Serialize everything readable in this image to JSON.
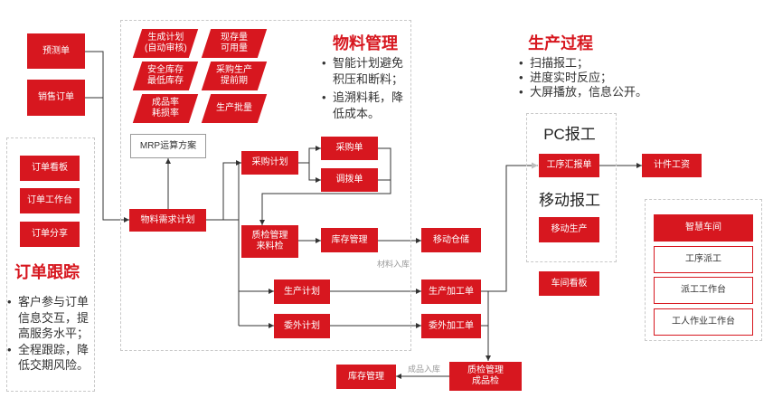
{
  "colors": {
    "accent": "#d7171f",
    "text": "#333333",
    "connector": "#333333",
    "muted": "#999999",
    "dashed_border": "#c8c8c8"
  },
  "order_inputs": {
    "forecast_order": "预测单",
    "sales_order": "销售订单"
  },
  "order_tracking": {
    "title": "订单跟踪",
    "modules": [
      "订单看板",
      "订单工作台",
      "订单分享"
    ],
    "bullets": [
      "客户参与订单信息交互，提高服务水平；",
      "全程跟踪，降低交期风险。"
    ]
  },
  "material_management": {
    "title": "物料管理",
    "bullets": [
      "智能计划避免积压和断料；",
      "追溯料耗，降低成本。"
    ],
    "mrp_factors": [
      [
        "生成计划",
        "(自动审核)"
      ],
      [
        "现存量",
        "可用量"
      ],
      [
        "安全库存",
        "最低库存"
      ],
      [
        "采购生产",
        "提前期"
      ],
      [
        "成品率",
        "耗损率"
      ],
      [
        "生产批量"
      ]
    ],
    "mrp_scheme": "MRP运算方案",
    "mrp": "物料需求计划",
    "purchase_plan": "采购计划",
    "purchase_order": "采购单",
    "transfer_order": "调拨单",
    "incoming_qc": [
      "质检管理",
      "来料检"
    ],
    "inventory": "库存管理",
    "production_plan": "生产计划",
    "outsourcing_plan": "委外计划"
  },
  "execution": {
    "mobile_warehouse": "移动仓储",
    "material_receipt_label": "材料入库",
    "production_work_order": "生产加工单",
    "outsourcing_work_order": "委外加工单",
    "finished_qc": [
      "质检管理",
      "成品检"
    ],
    "finished_receipt_label": "成品入库",
    "finished_inventory": "库存管理"
  },
  "production_process": {
    "title": "生产过程",
    "bullets": [
      "扫描报工；",
      "进度实时反应；",
      "大屏播放，信息公开。"
    ],
    "pc_reporting": {
      "title": "PC报工",
      "item": "工序汇报单"
    },
    "mobile_reporting": {
      "title": "移动报工",
      "item": "移动生产"
    },
    "workshop_board": "车间看板",
    "piece_wage": "计件工资",
    "smart_workshop": {
      "title": "智慧车间",
      "items": [
        "工序派工",
        "派工工作台",
        "工人作业工作台"
      ]
    }
  }
}
